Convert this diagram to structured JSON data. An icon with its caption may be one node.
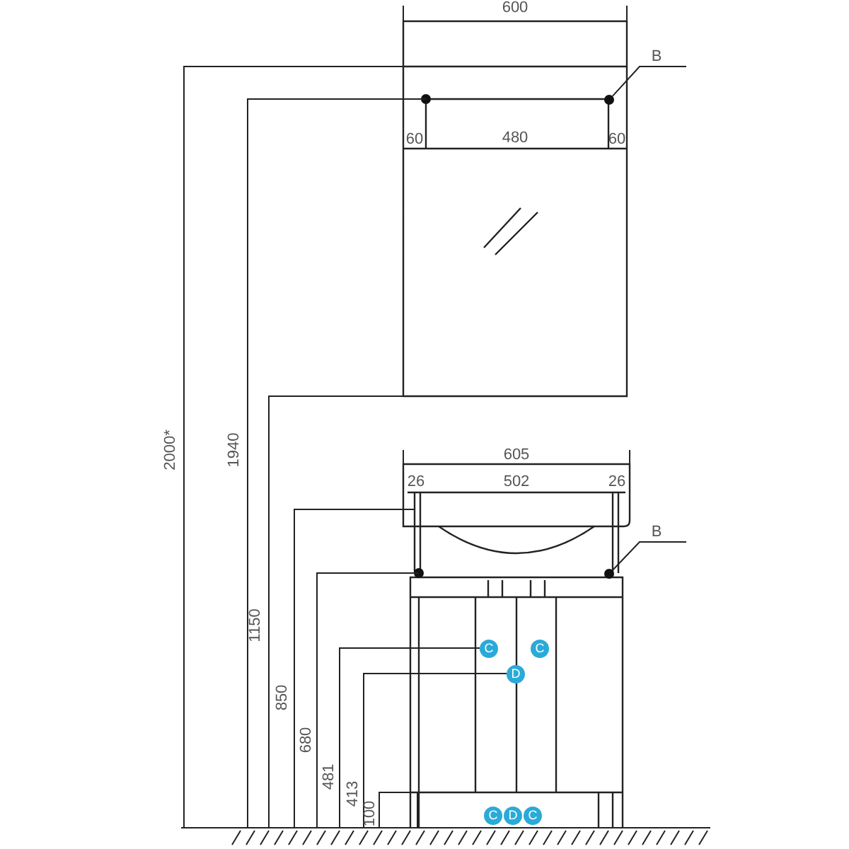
{
  "diagram": {
    "nodes": [
      {
        "text": [
          "B"
        ]
      },
      {
        "text": [],
        "shape": "circle"
      },
      {
        "text": [
          "B"
        ]
      },
      {
        "text": [],
        "shape": "circle"
      },
      {
        "text": [
          "C"
        ]
      },
      {
        "text": [
          "C"
        ]
      },
      {
        "text": [
          "D"
        ]
      },
      {
        "text": [
          "C"
        ]
      },
      {
        "text": [
          "D"
        ]
      },
      {
        "text": [
          "C"
        ]
      }
    ],
    "edges": [
      {
        "from": 0,
        "to": 1,
        "arrow": "none"
      },
      {
        "from": 2,
        "to": 3,
        "arrow": "none"
      }
    ],
    "labels": [
      "600",
      "60",
      "480",
      "60",
      "605",
      "26",
      "502",
      "26",
      "2000*",
      "1940",
      "1150",
      "850",
      "680",
      "481",
      "413",
      "100"
    ]
  }
}
